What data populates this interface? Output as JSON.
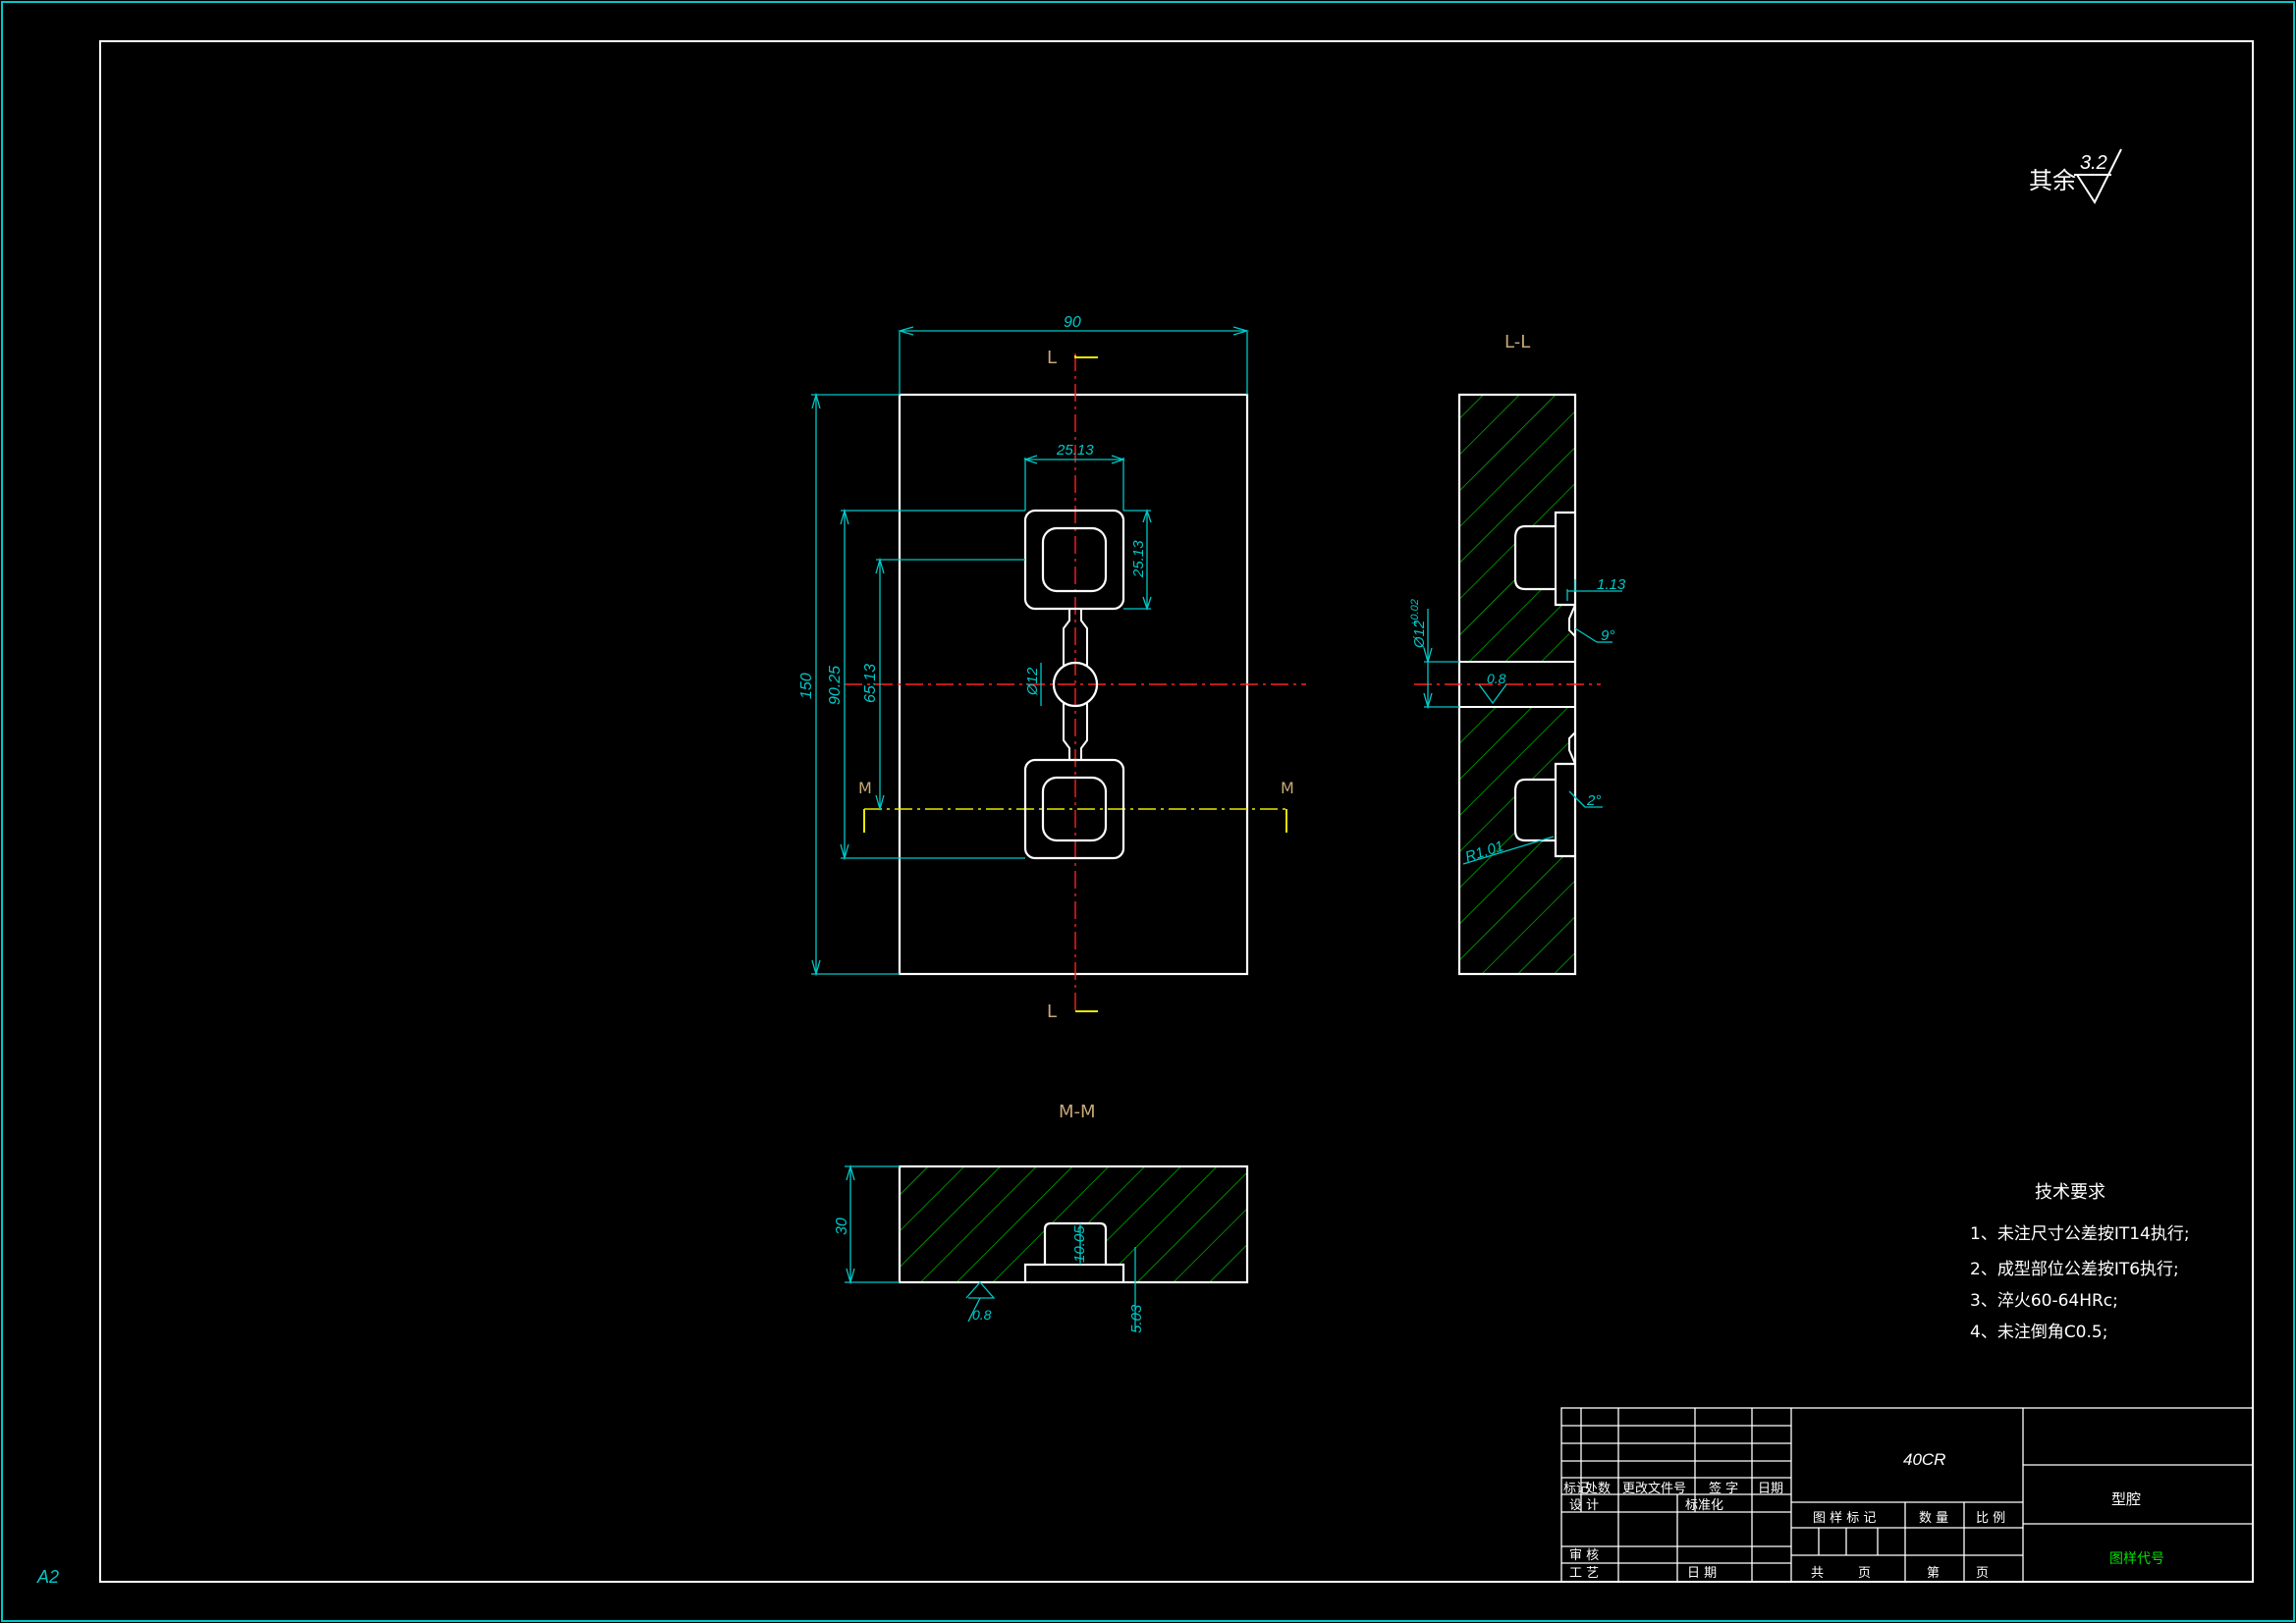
{
  "sheet": {
    "format": "A2",
    "roughness_note": "其余",
    "roughness_value": "3.2"
  },
  "views": {
    "section_l_label": "L",
    "section_l_title": "L-L",
    "section_m_label": "M",
    "section_m_title": "M-M"
  },
  "dims": {
    "width_90": "90",
    "height_150": "150",
    "d_90_25": "90.25",
    "d_65_13": "65.13",
    "pocket_w": "25.13",
    "pocket_h": "25.13",
    "circle_d": "Ø12",
    "side_1_13": "1.13",
    "side_angle_9": "9°",
    "side_angle_2": "2°",
    "side_radius": "R1.01",
    "side_hole": "Ø12",
    "side_tol": "+0.02",
    "rough_08": "0.8",
    "thick_30": "30",
    "depth_10_05": "10.05",
    "depth_5_03": "5.03"
  },
  "notes": {
    "title": "技术要求",
    "items": [
      "1、未注尺寸公差按IT14执行;",
      "2、成型部位公差按IT6执行;",
      "3、淬火60-64HRc;",
      "4、未注倒角C0.5;"
    ]
  },
  "title_block": {
    "material": "40CR",
    "part_name": "型腔",
    "drawing_no": "图样代号",
    "h_mark": "标记",
    "h_count": "处数",
    "h_doc": "更改文件号",
    "h_sign": "签 字",
    "h_date": "日期",
    "designer": "设 计",
    "standard": "标准化",
    "checker": "审 核",
    "process": "工 艺",
    "date2": "日 期",
    "stage": "图 样 标 记",
    "qty": "数 量",
    "scale": "比 例",
    "sheets_total": "共",
    "sheets_page": "页",
    "sheet_no": "第",
    "sheet_page2": "页"
  },
  "colors": {
    "background": "#000000",
    "outline": "#ffffff",
    "dimension": "#00c8c8",
    "center_red": "#ff2020",
    "center_yellow": "#e8e800",
    "hatch": "#00c000",
    "label_tan": "#c8a878"
  }
}
